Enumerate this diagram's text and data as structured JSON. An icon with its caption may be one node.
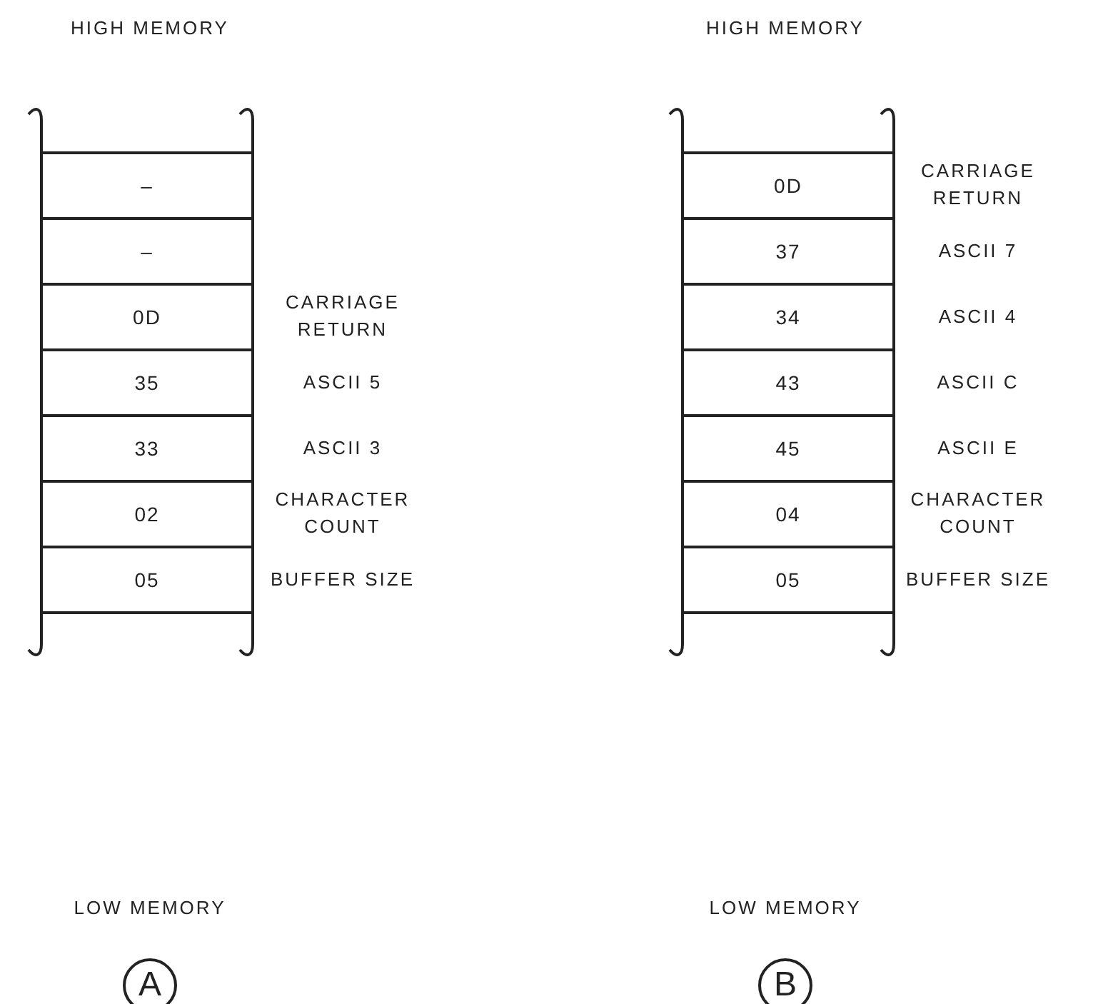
{
  "diagram": {
    "nodes": [
      {
        "text": [
          "–"
        ]
      },
      {
        "text": [
          "–"
        ]
      },
      {
        "text": [
          "0D"
        ],
        "beside": [
          "CARRIAGE RETURN"
        ]
      },
      {
        "text": [
          "35"
        ],
        "beside": [
          "ASCII 5"
        ]
      },
      {
        "text": [
          "33"
        ],
        "beside": [
          "ASCII 3"
        ]
      },
      {
        "text": [
          "02"
        ],
        "beside": [
          "CHARACTER COUNT"
        ]
      },
      {
        "text": [
          "05"
        ],
        "beside": [
          "BUFFER SIZE"
        ]
      },
      {
        "text": [
          "A"
        ]
      },
      {
        "text": [
          "0D"
        ],
        "beside": [
          "CARRIAGE RETURN"
        ]
      },
      {
        "text": [
          "37"
        ],
        "beside": [
          "ASCII 7"
        ]
      },
      {
        "text": [
          "34"
        ],
        "beside": [
          "ASCII 4"
        ]
      },
      {
        "text": [
          "43"
        ],
        "beside": [
          "ASCII C"
        ]
      },
      {
        "text": [
          "45"
        ],
        "beside": [
          "ASCII E"
        ]
      },
      {
        "text": [
          "04"
        ],
        "beside": [
          "CHARACTER COUNT"
        ]
      },
      {
        "text": [
          "05"
        ],
        "beside": [
          "BUFFER SIZE"
        ]
      },
      {
        "text": [
          "B"
        ]
      }
    ],
    "edges": [],
    "labels": [
      "HIGH MEMORY",
      "HIGH MEMORY",
      "LOW MEMORY",
      "LOW MEMORY"
    ]
  }
}
